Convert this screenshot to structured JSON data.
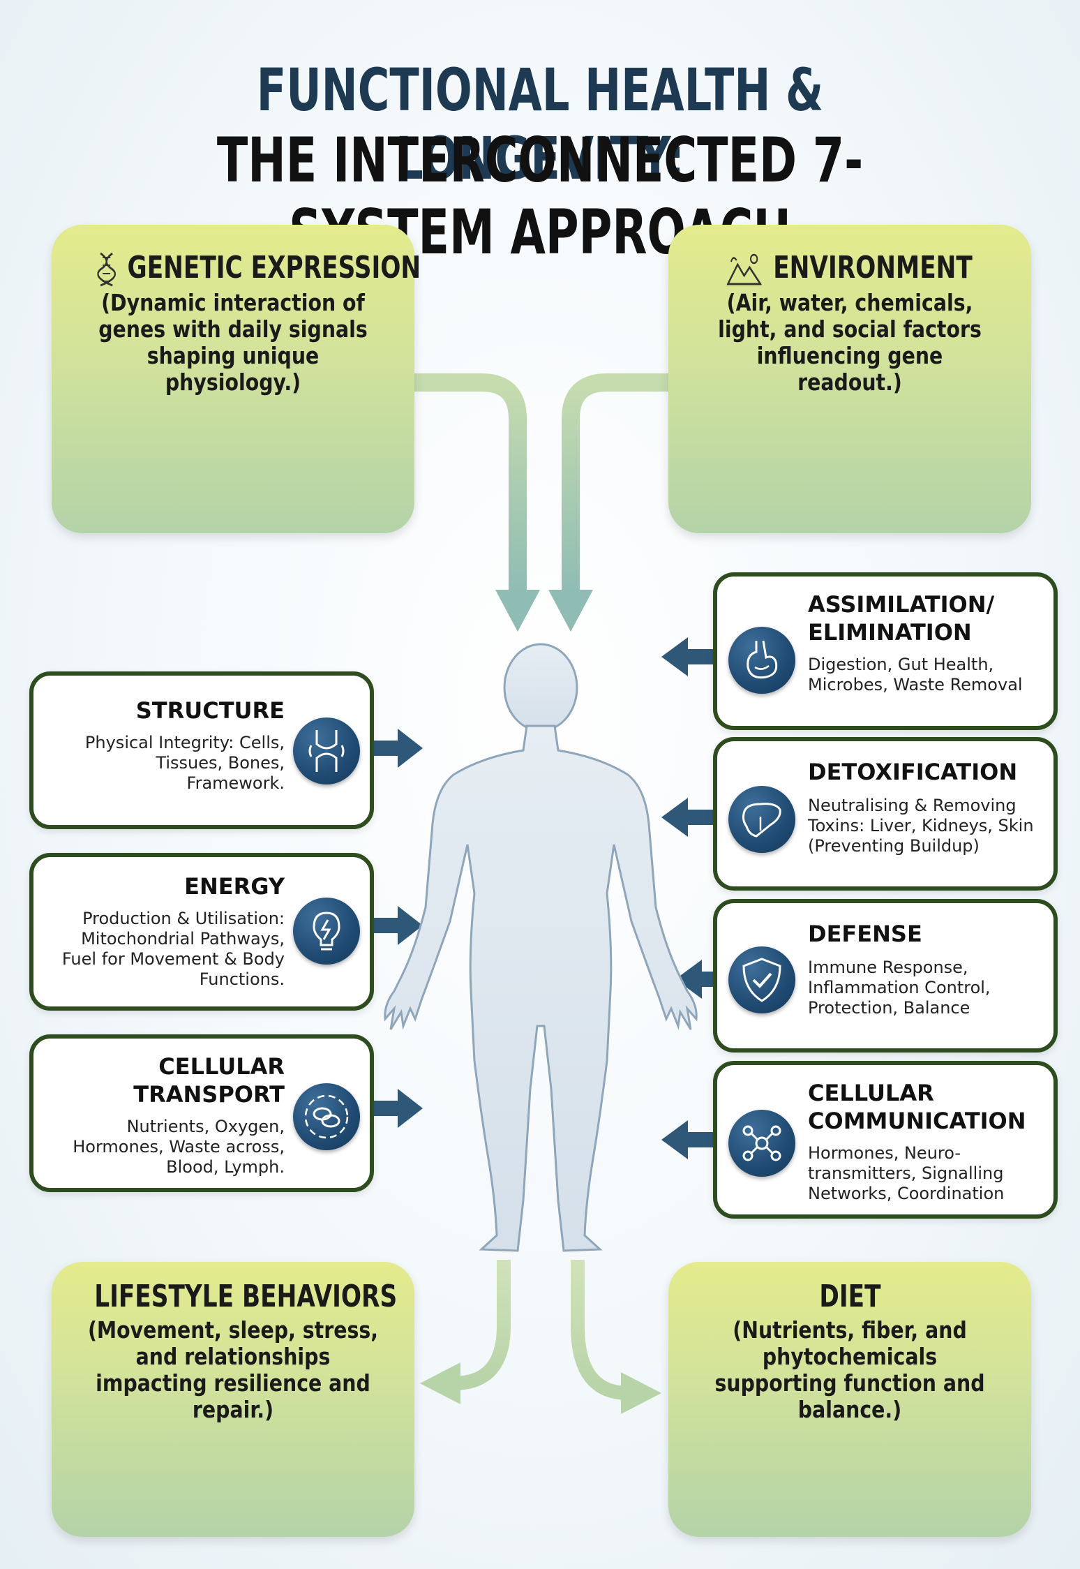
{
  "title": {
    "line1": "FUNCTIONAL HEALTH & LONGEVITY:",
    "line2": "THE INTERCONNECTED 7-SYSTEM APPROACH"
  },
  "inputs": {
    "genetic": {
      "title": "GENETIC EXPRESSION",
      "body": "(Dynamic interaction of genes with daily signals shaping unique physiology.)",
      "icon": "dna-icon"
    },
    "environment": {
      "title": "ENVIRONMENT",
      "body": "(Air, water, chemicals, light, and social factors influencing gene readout.)",
      "icon": "landscape-icon"
    },
    "lifestyle": {
      "title": "LIFESTYLE BEHAVIORS",
      "body": "(Movement, sleep, stress, and relationships impacting resilience and repair.)"
    },
    "diet": {
      "title": "DIET",
      "body": "(Nutrients, fiber, and phytochemicals supporting function and balance.)"
    }
  },
  "systems": {
    "structure": {
      "title": "STRUCTURE",
      "desc": [
        "Physical Integrity: Cells,",
        "Tissues, Bones,",
        "Framework."
      ],
      "icon": "joint-icon"
    },
    "energy": {
      "title": "ENERGY",
      "desc": [
        "Production & Utilisation:",
        "Mitochondrial Pathways,",
        "Fuel for Movement & Body",
        "Functions."
      ],
      "icon": "lightbulb-icon"
    },
    "transport": {
      "title": [
        "CELLULAR",
        "TRANSPORT"
      ],
      "desc": [
        "Nutrients, Oxygen,",
        "Hormones, Waste across,",
        "Blood, Lymph."
      ],
      "icon": "blood-cells-icon"
    },
    "assimilation": {
      "title": [
        "ASSIMILATION/",
        "ELIMINATION"
      ],
      "desc": [
        "Digestion, Gut Health,",
        "Microbes, Waste Removal"
      ],
      "icon": "stomach-icon"
    },
    "detox": {
      "title": "DETOXIFICATION",
      "desc": [
        "Neutralising & Removing",
        "Toxins: Liver, Kidneys, Skin",
        "(Preventing Buildup)"
      ],
      "icon": "liver-icon"
    },
    "defense": {
      "title": "DEFENSE",
      "desc": [
        "Immune Response,",
        "Inflammation Control,",
        "Protection, Balance"
      ],
      "icon": "shield-check-icon"
    },
    "communication": {
      "title": [
        "CELLULAR",
        "COMMUNICATION"
      ],
      "desc": [
        "Hormones, Neuro-",
        "transmitters, Signalling",
        "Networks, Coordination"
      ],
      "icon": "network-icon"
    }
  },
  "colors": {
    "title_dark_blue": "#1d3a52",
    "card_border": "#2e4d1f",
    "icon_blue": "#1f4a72",
    "arrow_blue": "#2f5878",
    "body_silhouette": "#dde6ee",
    "context_green": "#d3e39a"
  }
}
